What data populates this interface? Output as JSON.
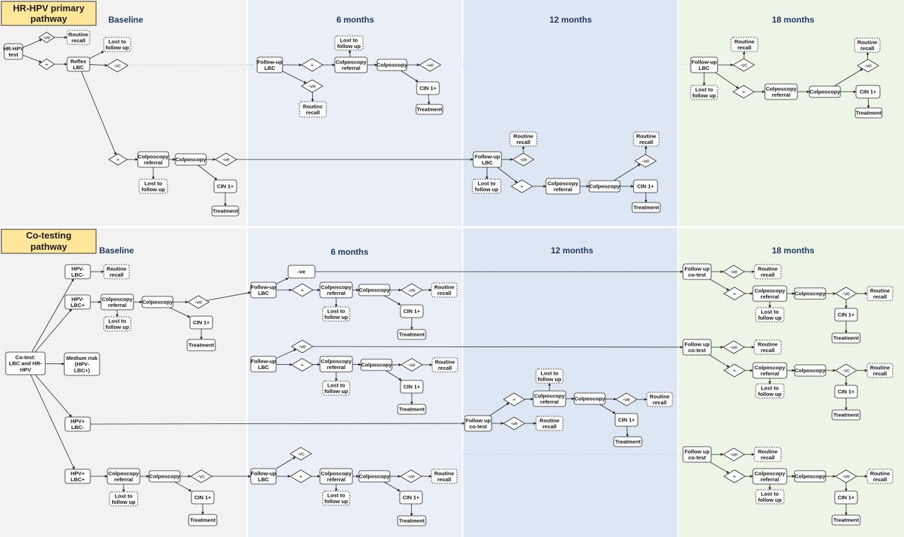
{
  "colors": {
    "baseline_bg": "#f2f2f2",
    "six_month_bg": "#eaeef7",
    "twelve_month_bg": "#dde7f4",
    "eighteen_month_bg": "#ecf5e6",
    "title_box": "#ffe699",
    "period_text": "#1f3864"
  },
  "pathways": {
    "primary": {
      "title_line1": "HR-HPV primary",
      "title_line2": "pathway",
      "periods": [
        "Baseline",
        "6 months",
        "12 months",
        "18 months"
      ]
    },
    "cotest": {
      "title_line1": "Co-testing",
      "title_line2": "pathway",
      "periods": [
        "Baseline",
        "6 months",
        "12 months",
        "18 months"
      ]
    }
  },
  "nodes": {
    "p_test": [
      "HR-HPV",
      "test"
    ],
    "p_neg": [
      "-ve"
    ],
    "p_rr0": [
      "Routine",
      "recall"
    ],
    "p_pos": [
      "+"
    ],
    "p_lbc": [
      "Reflex",
      "LBC"
    ],
    "p_ltfu0": [
      "Lost to",
      "follow up"
    ],
    "p_lbcneg": [
      "-vc"
    ],
    "p6_fu": [
      "Follow-up",
      "LBC"
    ],
    "p6_pos": [
      "+"
    ],
    "p6_ltfu": [
      "Lost to",
      "follow up"
    ],
    "p6_cref": [
      "Colposcopy",
      "referral"
    ],
    "p6_colp": [
      "Colposcopy"
    ],
    "p6_cneg": [
      "-ve"
    ],
    "p6_neg": [
      "-ve"
    ],
    "p6_rr": [
      "Routinc",
      "recall"
    ],
    "p6_cin": [
      "CIN 1+"
    ],
    "p6_tx": [
      "Treatment"
    ],
    "p18_fu": [
      "Follow-up",
      "LBC"
    ],
    "p18_neg": [
      "-vc"
    ],
    "p18_rr": [
      "Routine",
      "recall"
    ],
    "p18_ltfu": [
      "Lost to",
      "follow up"
    ],
    "p18_pos": [
      "+"
    ],
    "p18_cref": [
      "Colposcopy",
      "referral"
    ],
    "p18_colp": [
      "Colposcopy"
    ],
    "p18_cneg": [
      "-ve"
    ],
    "p18_rr2": [
      "Routine",
      "recall"
    ],
    "p18_cin": [
      "CIN 1+"
    ],
    "p18_tx": [
      "Treatment"
    ],
    "pb_pos": [
      "+"
    ],
    "pb_cref": [
      "Colposcopy",
      "referral"
    ],
    "pb_ltfu": [
      "Lost to",
      "follow up"
    ],
    "pb_colp": [
      "Colposcopy"
    ],
    "pb_cneg": [
      "-ve"
    ],
    "pb_cin": [
      "CIN 1+"
    ],
    "pb_tx": [
      "Treatment"
    ],
    "p12_fu": [
      "Follow-up",
      "LBC"
    ],
    "p12_rr": [
      "Routine",
      "recall"
    ],
    "p12_neg": [
      "-ve"
    ],
    "p12_ltfu": [
      "Lost to",
      "follow up"
    ],
    "p12_pos": [
      "+"
    ],
    "p12_cref": [
      "Colposcopy",
      "referral"
    ],
    "p12_colp": [
      "Colposcopy"
    ],
    "p12_rr2": [
      "Routine",
      "recall"
    ],
    "p12_cneg": [
      "-ve"
    ],
    "p12_cin": [
      "CIN 1+"
    ],
    "p12_tx": [
      "Treatment"
    ],
    "c_test": [
      "Co-test:",
      "LBC and HR-",
      "HPV"
    ],
    "c_r1": [
      "HPV-",
      "LBC-"
    ],
    "c_r1_rr": [
      "Routine",
      "recall"
    ],
    "c_r2": [
      "HPV-",
      "LBC+"
    ],
    "c_r2_cref": [
      "Colposcopy",
      "referral"
    ],
    "c_r2_ltfu": [
      "Lost to",
      "follow up"
    ],
    "c_r2_colp": [
      "Colposcopy"
    ],
    "c_r2_neg": [
      "-ve"
    ],
    "c_r2_cin": [
      "CIN 1+"
    ],
    "c_r2_tx": [
      "Treatment"
    ],
    "c_r3": [
      "Medium risk",
      "(HPV-",
      "LBC+)"
    ],
    "c_r4": [
      "HPV+",
      "LBC-"
    ],
    "c_r5": [
      "HPV+",
      "LBC+"
    ],
    "c_r5_cref": [
      "Colposcopy",
      "referral"
    ],
    "c_r5_ltfu": [
      "Lost to",
      "follow up"
    ],
    "c_r5_colp": [
      "Colposcopy"
    ],
    "c_r5_neg": [
      "-vc"
    ],
    "c_r5_cin": [
      "CIN 1+"
    ],
    "c_r5_tx": [
      "Treatment"
    ],
    "c6a_fu": [
      "Follow-up",
      "LBC"
    ],
    "c6a_neg": [
      "-ve"
    ],
    "c6a_pos": [
      "+"
    ],
    "c6a_cref": [
      "Colposcopy",
      "referral"
    ],
    "c6a_ltfu": [
      "Lost to",
      "follow up"
    ],
    "c6a_colp": [
      "Colposcopy"
    ],
    "c6a_cneg": [
      "-ve"
    ],
    "c6a_rr": [
      "Routine",
      "recall"
    ],
    "c6a_cin": [
      "CIN 1+"
    ],
    "c6a_tx": [
      "Treatment"
    ],
    "c6b_fu": [
      "Follow-up",
      "LBC"
    ],
    "c6b_neg": [
      "-ve"
    ],
    "c6b_pos": [
      "+"
    ],
    "c6b_cref": [
      "Colposcopy",
      "referral"
    ],
    "c6b_ltfu": [
      "Lost to",
      "follow up"
    ],
    "c6b_colp": [
      "Colposcopy"
    ],
    "c6b_cneg": [
      "-ve"
    ],
    "c6b_rr": [
      "Routine",
      "recall"
    ],
    "c6b_cin": [
      "CIN 1+"
    ],
    "c6b_tx": [
      "Treatment"
    ],
    "c6c_fu": [
      "Follow-up",
      "LBC"
    ],
    "c6c_neg": [
      "-vc"
    ],
    "c6c_pos": [
      "+"
    ],
    "c6c_cref": [
      "Colposcopy",
      "referral"
    ],
    "c6c_ltfu": [
      "Lost to",
      "follow up"
    ],
    "c6c_colp": [
      "Colposcopy"
    ],
    "c6c_cneg": [
      "-ve"
    ],
    "c6c_rr": [
      "Routine",
      "recall"
    ],
    "c6c_cin": [
      "CIN 1+"
    ],
    "c6c_tx": [
      "Treatment"
    ],
    "c12_fu": [
      "Follow up",
      "co-test"
    ],
    "c12_pos": [
      "+"
    ],
    "c12_ltfu": [
      "Lost to",
      "follow up"
    ],
    "c12_cref": [
      "Colposcopy",
      "referral"
    ],
    "c12_colp": [
      "Colposcopy"
    ],
    "c12_cneg": [
      "-ve"
    ],
    "c12_rr": [
      "Routine",
      "recall"
    ],
    "c12_cin": [
      "CIN 1+"
    ],
    "c12_tx": [
      "Treatment"
    ],
    "c12_neg": [
      "-ve"
    ],
    "c12_rr2": [
      "Routine",
      "recall"
    ],
    "c18a_fu": [
      "Follow up",
      "co-test"
    ],
    "c18a_neg": [
      "-ve"
    ],
    "c18a_rr": [
      "Routine",
      "recall"
    ],
    "c18a_pos": [
      "+"
    ],
    "c18a_cref": [
      "Colposcopy",
      "referral"
    ],
    "c18a_ltfu": [
      "Lost to",
      "follow up"
    ],
    "c18a_colp": [
      "Colposcopy"
    ],
    "c18a_cneg": [
      "-ve"
    ],
    "c18a_rr2": [
      "Routine",
      "recall"
    ],
    "c18a_cin": [
      "CIN 1+"
    ],
    "c18a_tx": [
      "Treatment"
    ],
    "c18b_fu": [
      "Follow up",
      "co-test"
    ],
    "c18b_neg": [
      "-ve"
    ],
    "c18b_rr": [
      "Routine",
      "recall"
    ],
    "c18b_pos": [
      "+"
    ],
    "c18b_cref": [
      "Colposcopy",
      "referral"
    ],
    "c18b_ltfu": [
      "Lost to",
      "follow up"
    ],
    "c18b_colp": [
      "Colposcopy"
    ],
    "c18b_cneg": [
      "-vc"
    ],
    "c18b_rr2": [
      "Routine",
      "recall"
    ],
    "c18b_cin": [
      "CIN 1+"
    ],
    "c18b_tx": [
      "Treatment"
    ],
    "c18c_fu": [
      "Follow up",
      "co-test"
    ],
    "c18c_neg": [
      "-ve"
    ],
    "c18c_rr": [
      "Rouline",
      "recall"
    ],
    "c18c_pos": [
      "+"
    ],
    "c18c_cref": [
      "Colposcopy",
      "referral"
    ],
    "c18c_ltfu": [
      "Lost to",
      "follow up"
    ],
    "c18c_colp": [
      "Colposcopy"
    ],
    "c18c_cneg": [
      "-ve"
    ],
    "c18c_rr2": [
      "Routine",
      "recall"
    ],
    "c18c_cin": [
      "CIN 1+"
    ],
    "c18c_tx": [
      "Treatment"
    ]
  }
}
